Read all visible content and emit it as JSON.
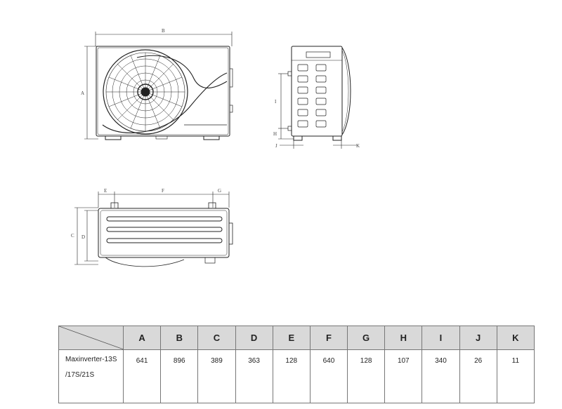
{
  "labels": {
    "front": {
      "A": "A",
      "B": "B"
    },
    "side": {
      "H": "H",
      "I": "I",
      "J": "J",
      "K": "K"
    },
    "top": {
      "C": "C",
      "D": "D",
      "E": "E",
      "F": "F",
      "G": "G"
    }
  },
  "table": {
    "headers": [
      "A",
      "B",
      "C",
      "D",
      "E",
      "F",
      "G",
      "H",
      "I",
      "J",
      "K"
    ],
    "rows": [
      {
        "model_line1": "Maxinverter-13S",
        "model_line2": "/17S/21S",
        "values": [
          "641",
          "896",
          "389",
          "363",
          "128",
          "640",
          "128",
          "107",
          "340",
          "26",
          "11"
        ]
      }
    ]
  }
}
